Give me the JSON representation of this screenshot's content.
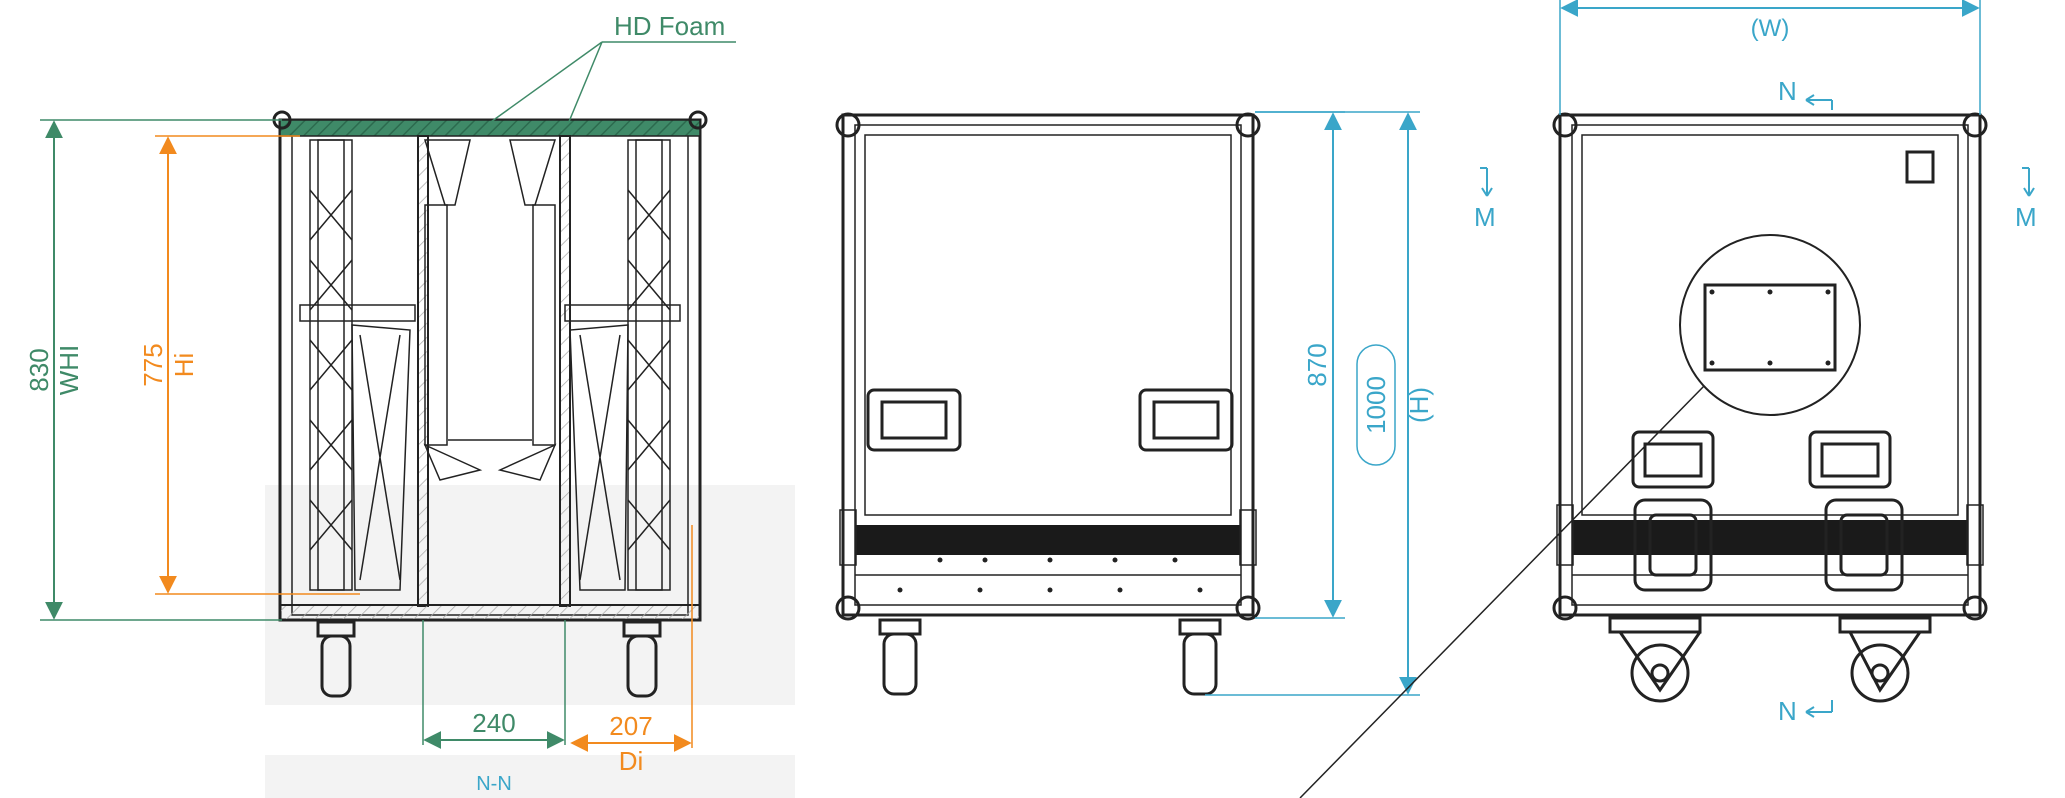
{
  "colors": {
    "green": "#3f8a68",
    "orange": "#f28a1e",
    "cyan": "#3aa6c9",
    "line": "#222222",
    "foam": "#3f8a68"
  },
  "section_view": {
    "foam_label": "HD Foam",
    "section_label": "N-N",
    "outer_height": "830",
    "outer_height_code": "WHI",
    "inner_height": "775",
    "inner_height_code": "Hi",
    "compartment_width": "240",
    "inner_depth": "207",
    "inner_depth_code": "Di"
  },
  "front_view": {
    "height": "870",
    "total_height": "1000",
    "total_height_code": "(H)"
  },
  "side_view": {
    "width_code": "(W)",
    "cut_n": "N",
    "cut_m": "M"
  }
}
